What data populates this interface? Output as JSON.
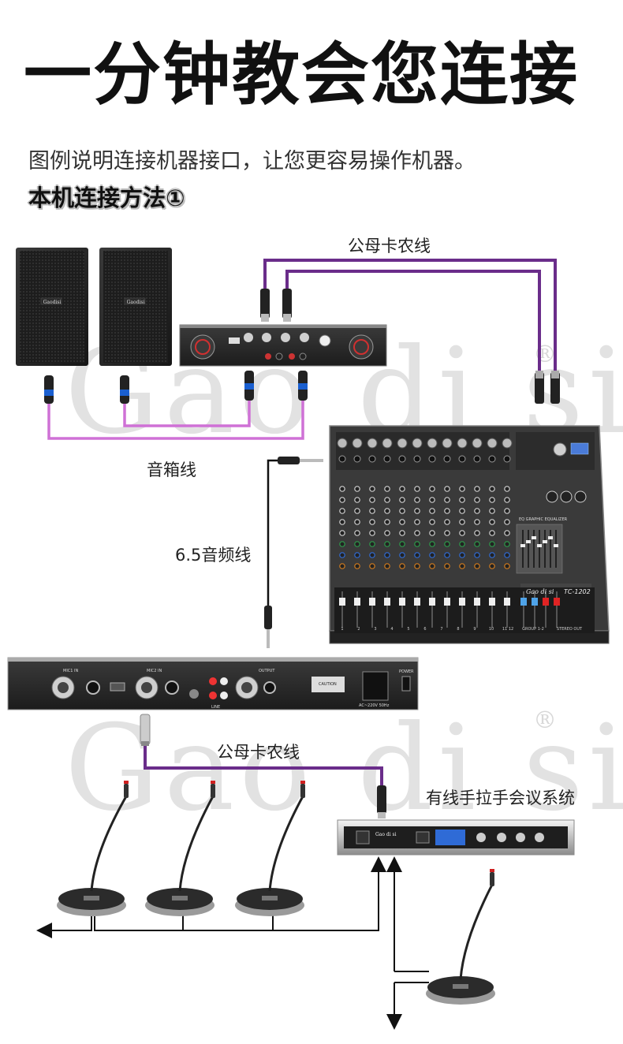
{
  "title": "一分钟教会您连接",
  "subtitle": "图例说明连接机器接口，让您更容易操作机器。",
  "section_heading": "本机连接方法①",
  "cable_labels": {
    "xlr_top": "公母卡农线",
    "speaker_cable": "音箱线",
    "jack_cable": "6.5音频线",
    "xlr_bottom": "公母卡农线"
  },
  "system_label": "有线手拉手会议系统",
  "watermark": {
    "brand": "Gao di si",
    "registered": "®"
  },
  "devices": {
    "mixer": {
      "brand": "Gao di si",
      "model": "TC-1202",
      "fader_labels": [
        "1",
        "2",
        "3",
        "4",
        "5",
        "6",
        "7",
        "8",
        "9",
        "10",
        "11",
        "12",
        "GROUP 1-2",
        "STEREO OUT"
      ],
      "eq_label": "EQ GRAPHIC EQUALIZER"
    },
    "feedback_suppressor": {
      "labels": [
        "MIC1 IN",
        "MIC2 IN",
        "LINE",
        "OUTPUT",
        "CAUTION",
        "AC~220V 50Hz",
        "POWER"
      ]
    },
    "conference_host": {
      "brand": "Gao di si"
    },
    "speaker_badge": "Gaodisi"
  },
  "colors": {
    "cable_purple": "#6a2d8a",
    "cable_pink": "#cf71d6",
    "cable_black": "#111111",
    "connector_blue": "#1a5fd0",
    "mixer_blue": "#4fa3e8",
    "mixer_red": "#e02424"
  },
  "icons": [
    "xlr-male-icon",
    "xlr-female-icon",
    "speakon-connector-icon",
    "jack-plug-icon",
    "arrow-icon"
  ]
}
